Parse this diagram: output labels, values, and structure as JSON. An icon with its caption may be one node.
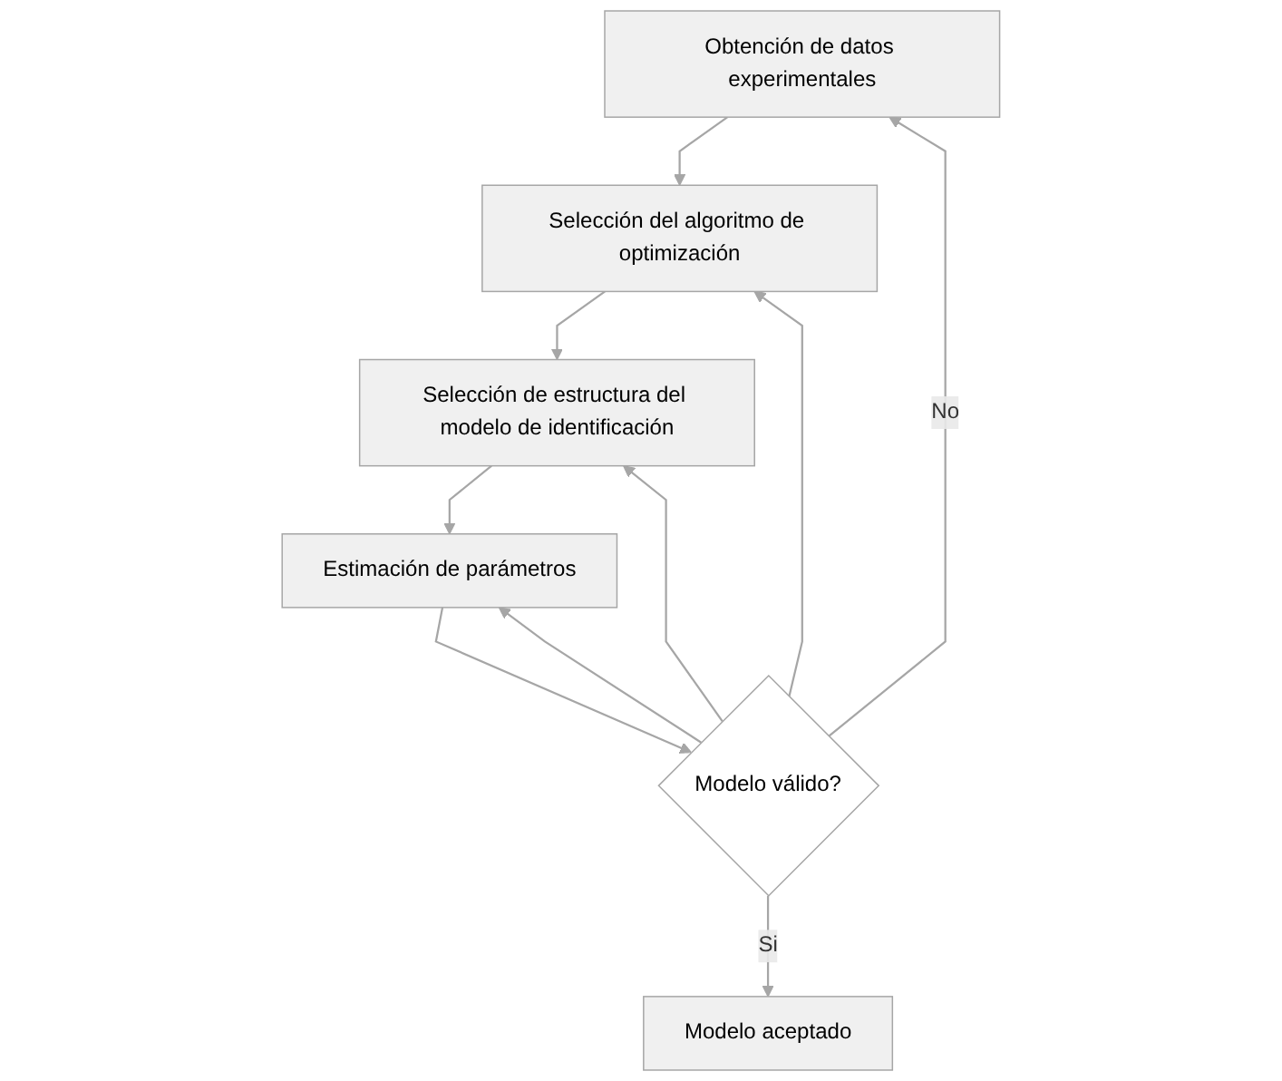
{
  "diagram": {
    "nodes": [
      {
        "text": [
          "Obtención de datos experimentales"
        ]
      },
      {
        "text": [
          "Selección del algoritmo de optimización"
        ]
      },
      {
        "text": [
          "Selección de estructura del modelo de identificación"
        ]
      },
      {
        "text": [
          "Estimación de parámetros"
        ]
      },
      {
        "text": [
          "Modelo válido?"
        ]
      },
      {
        "text": [
          "Modelo aceptado"
        ]
      }
    ],
    "edges": [
      {
        "from": 0,
        "to": 1,
        "arrow": "to"
      },
      {
        "from": 1,
        "to": 2,
        "arrow": "to"
      },
      {
        "from": 2,
        "to": 3,
        "arrow": "to"
      },
      {
        "from": 3,
        "to": 4,
        "arrow": "to"
      },
      {
        "from": 4,
        "to": 5,
        "arrow": "to",
        "label": "Si"
      },
      {
        "from": 4,
        "to": 0,
        "arrow": "to",
        "label": "No"
      },
      {
        "from": 4,
        "to": 1,
        "arrow": "to"
      },
      {
        "from": 4,
        "to": 2,
        "arrow": "to"
      },
      {
        "from": 4,
        "to": 3,
        "arrow": "to"
      }
    ]
  }
}
